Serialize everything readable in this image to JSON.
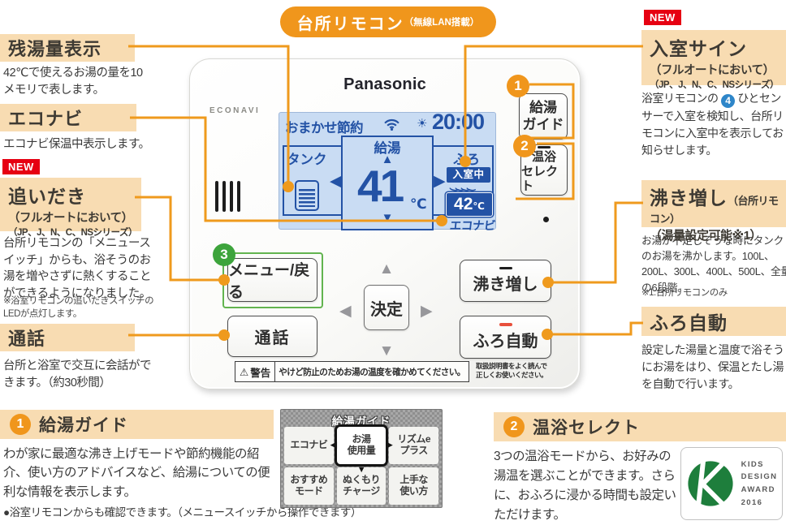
{
  "top_badge": {
    "title": "台所リモコン",
    "subtitle": "（無線LAN搭載）"
  },
  "icons": {
    "up": "▲",
    "down": "▼",
    "left": "◀",
    "right": "▶",
    "bullet": "●",
    "warning": "⚠",
    "sun": "☀",
    "steam": ")"
  },
  "colors": {
    "accent_orange": "#F0961C",
    "peach": "#F8DCB2",
    "new_red": "#E60012",
    "lcd_blue": "#2352A5",
    "green": "#3DA43C",
    "presence_blue": "#2E86C9"
  },
  "left_annotations": [
    {
      "title": "残湯量表示",
      "body": "42℃で使えるお湯の量を10メモリで表します。"
    },
    {
      "title": "エコナビ",
      "body": "エコナビ保温中表示します。"
    },
    {
      "new_badge": "NEW",
      "title": "追いだき",
      "subtitle1": "（フルオートにおいて）",
      "subtitle2": "（JP、J、N、C、NSシリーズ）",
      "body": "台所リモコンの「メニュースイッチ」からも、浴そうのお湯を増やさずに熱くすることができるようになりました。",
      "footnote": "※浴室リモコンの追いだきスイッチのLEDが点灯します。"
    },
    {
      "title": "通話",
      "body": "台所と浴室で交互に会話ができます。（約30秒間）"
    }
  ],
  "right_annotations": [
    {
      "new_badge": "NEW",
      "title": "入室サイン",
      "subtitle1": "（フルオートにおいて）",
      "subtitle2": "（JP、J、N、C、NSシリーズ）",
      "body_pre": "浴室リモコンの",
      "body_circle": "4",
      "body_post": "ひとセンサーで入室を検知し、台所リモコンに入室中を表示してお知らせします。"
    },
    {
      "title": "沸き増し",
      "title_suffix": "（台所リモコン）",
      "subtitle1": "（湯量設定可能※1）",
      "body": "お湯が不足しそうな時にタンクのお湯を沸かします。100L、200L、300L、400L、500L、全量の6段階。",
      "footnote": "※1:台所リモコンのみ"
    },
    {
      "title": "ふろ自動",
      "body": "設定した湯量と温度で浴そうにお湯をはり、保温とたし湯を自動で行います。"
    }
  ],
  "remote": {
    "brand": "Panasonic",
    "econavi_label": "ECONAVI",
    "lcd": {
      "mode": "おまかせ節約",
      "time": "20:00",
      "tank_label": "タンク",
      "center_label": "給湯",
      "temp": "41",
      "temp_unit": "℃",
      "furo_label": "ふろ",
      "presence_badge": "入室中",
      "furo_temp": "42",
      "furo_temp_unit": "℃",
      "econavi": "エコナビ"
    },
    "buttons": {
      "guide_line1": "給湯",
      "guide_line2": "ガイド",
      "onyoku_line1": "温浴",
      "onyoku_line2": "セレクト",
      "menu_back": "メニュー/戻る",
      "talk": "通話",
      "enter": "決定",
      "boost": "沸き増し",
      "bath_auto": "ふろ自動"
    },
    "warning": {
      "label": "警告",
      "text": "やけど防止のためお湯の温度を確かめてください。",
      "note_line1": "取扱説明書をよく読んで",
      "note_line2": "正しくお使いください。"
    }
  },
  "callouts": {
    "one": "1",
    "two": "2",
    "three": "3"
  },
  "bottom": {
    "feature1": {
      "num": "1",
      "title": "給湯ガイド",
      "body": "わが家に最適な沸き上げモードや節約機能の紹介、使い方のアドバイスなど、給湯についての便利な情報を表示します。",
      "bullet": "浴室リモコンからも確認できます。（メニュースイッチから操作できます）"
    },
    "guide_screen": {
      "title": "給湯ガイド",
      "r1c1": "エコナビ",
      "r1c2a": "お湯",
      "r1c2b": "使用量",
      "r1c3a": "リズムe",
      "r1c3b": "プラス",
      "r2c1a": "おすすめ",
      "r2c1b": "モード",
      "r2c2a": "ぬくもり",
      "r2c2b": "チャージ",
      "r2c3a": "上手な",
      "r2c3b": "使い方"
    },
    "feature2": {
      "num": "2",
      "title": "温浴セレクト",
      "body": "3つの温浴モードから、お好みの湯温を選ぶことができます。さらに、おふろに浸かる時間も設定いただけます。"
    },
    "award": {
      "line1": "KIDS",
      "line2": "DESIGN",
      "line3": "AWARD",
      "line4": "2016"
    }
  }
}
